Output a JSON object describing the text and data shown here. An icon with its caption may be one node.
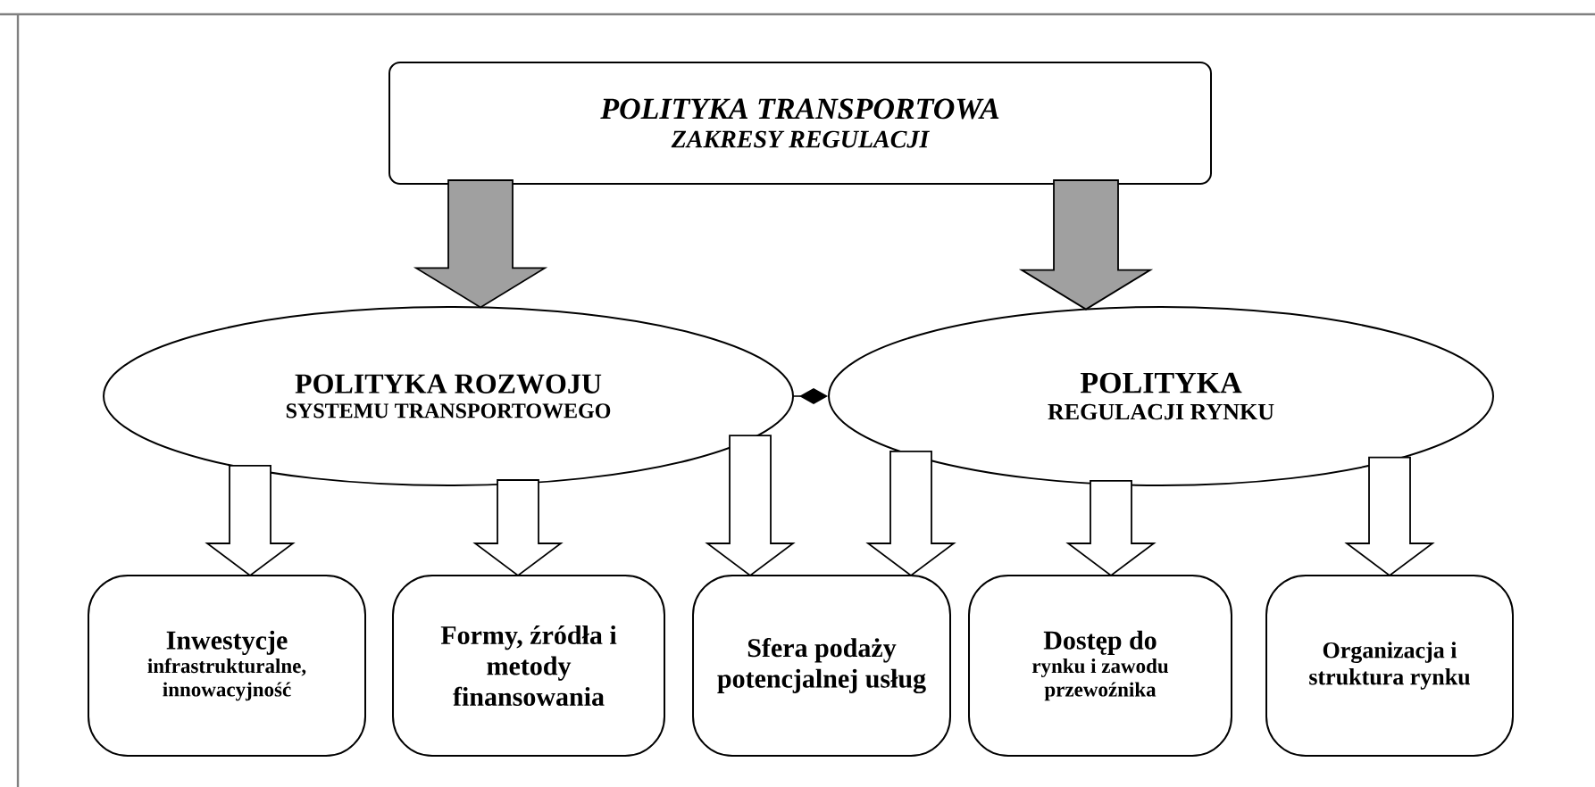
{
  "diagram": {
    "nodes": [
      {
        "text": [
          "POLITYKA TRANSPORTOWA",
          "ZAKRESY REGULACJI"
        ]
      },
      {
        "text": [
          "POLITYKA ROZWOJU",
          "SYSTEMU TRANSPORTOWEGO"
        ]
      },
      {
        "text": [
          "POLITYKA",
          "REGULACJI RYNKU"
        ]
      },
      {
        "text": [
          "Inwestycje",
          "infrastrukturalne, innowacyjność"
        ]
      },
      {
        "text": [
          "Formy, źródła i metody finansowania"
        ]
      },
      {
        "text": [
          "Sfera podaży potencjalnej usług"
        ]
      },
      {
        "text": [
          "Dostęp do",
          "rynku i zawodu przewoźnika"
        ]
      },
      {
        "text": [
          "Organizacja i struktura rynku"
        ]
      }
    ],
    "edges": [
      {
        "from": 0,
        "to": 1,
        "arrow": "to",
        "color": "#a0a0a0"
      },
      {
        "from": 0,
        "to": 2,
        "arrow": "to",
        "color": "#a0a0a0"
      },
      {
        "from": 1,
        "to": 2,
        "arrow": "other"
      },
      {
        "from": 1,
        "to": 3,
        "arrow": "to"
      },
      {
        "from": 1,
        "to": 4,
        "arrow": "to"
      },
      {
        "from": 1,
        "to": 5,
        "arrow": "to"
      },
      {
        "from": 2,
        "to": 5,
        "arrow": "to"
      },
      {
        "from": 2,
        "to": 6,
        "arrow": "to"
      },
      {
        "from": 2,
        "to": 7,
        "arrow": "to"
      }
    ]
  }
}
